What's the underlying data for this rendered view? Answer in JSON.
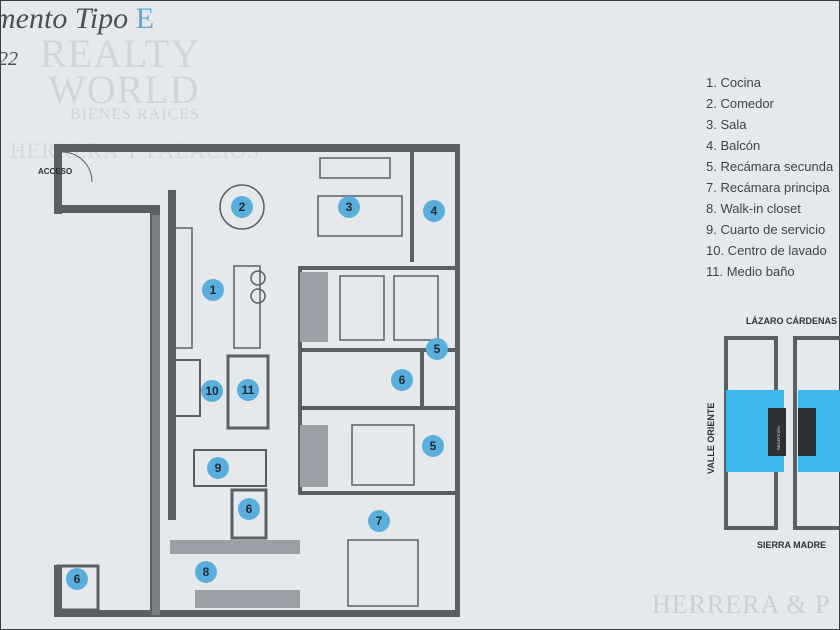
{
  "header": {
    "title": "mento Tipo",
    "title_letter": "E",
    "subtitle": "22"
  },
  "legend": [
    "1. Cocina",
    "2. Comedor",
    "3. Sala",
    "4. Balcón",
    "5. Recámara secunda",
    "7. Recámara principa",
    "8. Walk-in closet",
    "9. Cuarto de servicio",
    "10. Centro de lavado",
    "11. Medio baño"
  ],
  "plan": {
    "access_label": "ACCESO",
    "markers": [
      "1",
      "2",
      "3",
      "4",
      "5",
      "5",
      "6",
      "6",
      "6",
      "7",
      "8",
      "9",
      "10",
      "11"
    ]
  },
  "site_map": {
    "north_street": "LÁZARO CÁRDENAS",
    "west_street": "VALLE ORIENTE",
    "south_street": "SIERRA MADRE",
    "tower_label": "RECEPCIÓN"
  },
  "watermark": {
    "line1": "REALTY",
    "line2": "WORLD",
    "line3": "BIENES RAICES",
    "line4": "HERRERA Y PALACIOS",
    "footer": "HERRERA & P"
  },
  "colors": {
    "marker": "#5aaedc",
    "highlight": "#3eb8ea",
    "wall": "#5a5f64",
    "background": "#e6e9ec"
  }
}
